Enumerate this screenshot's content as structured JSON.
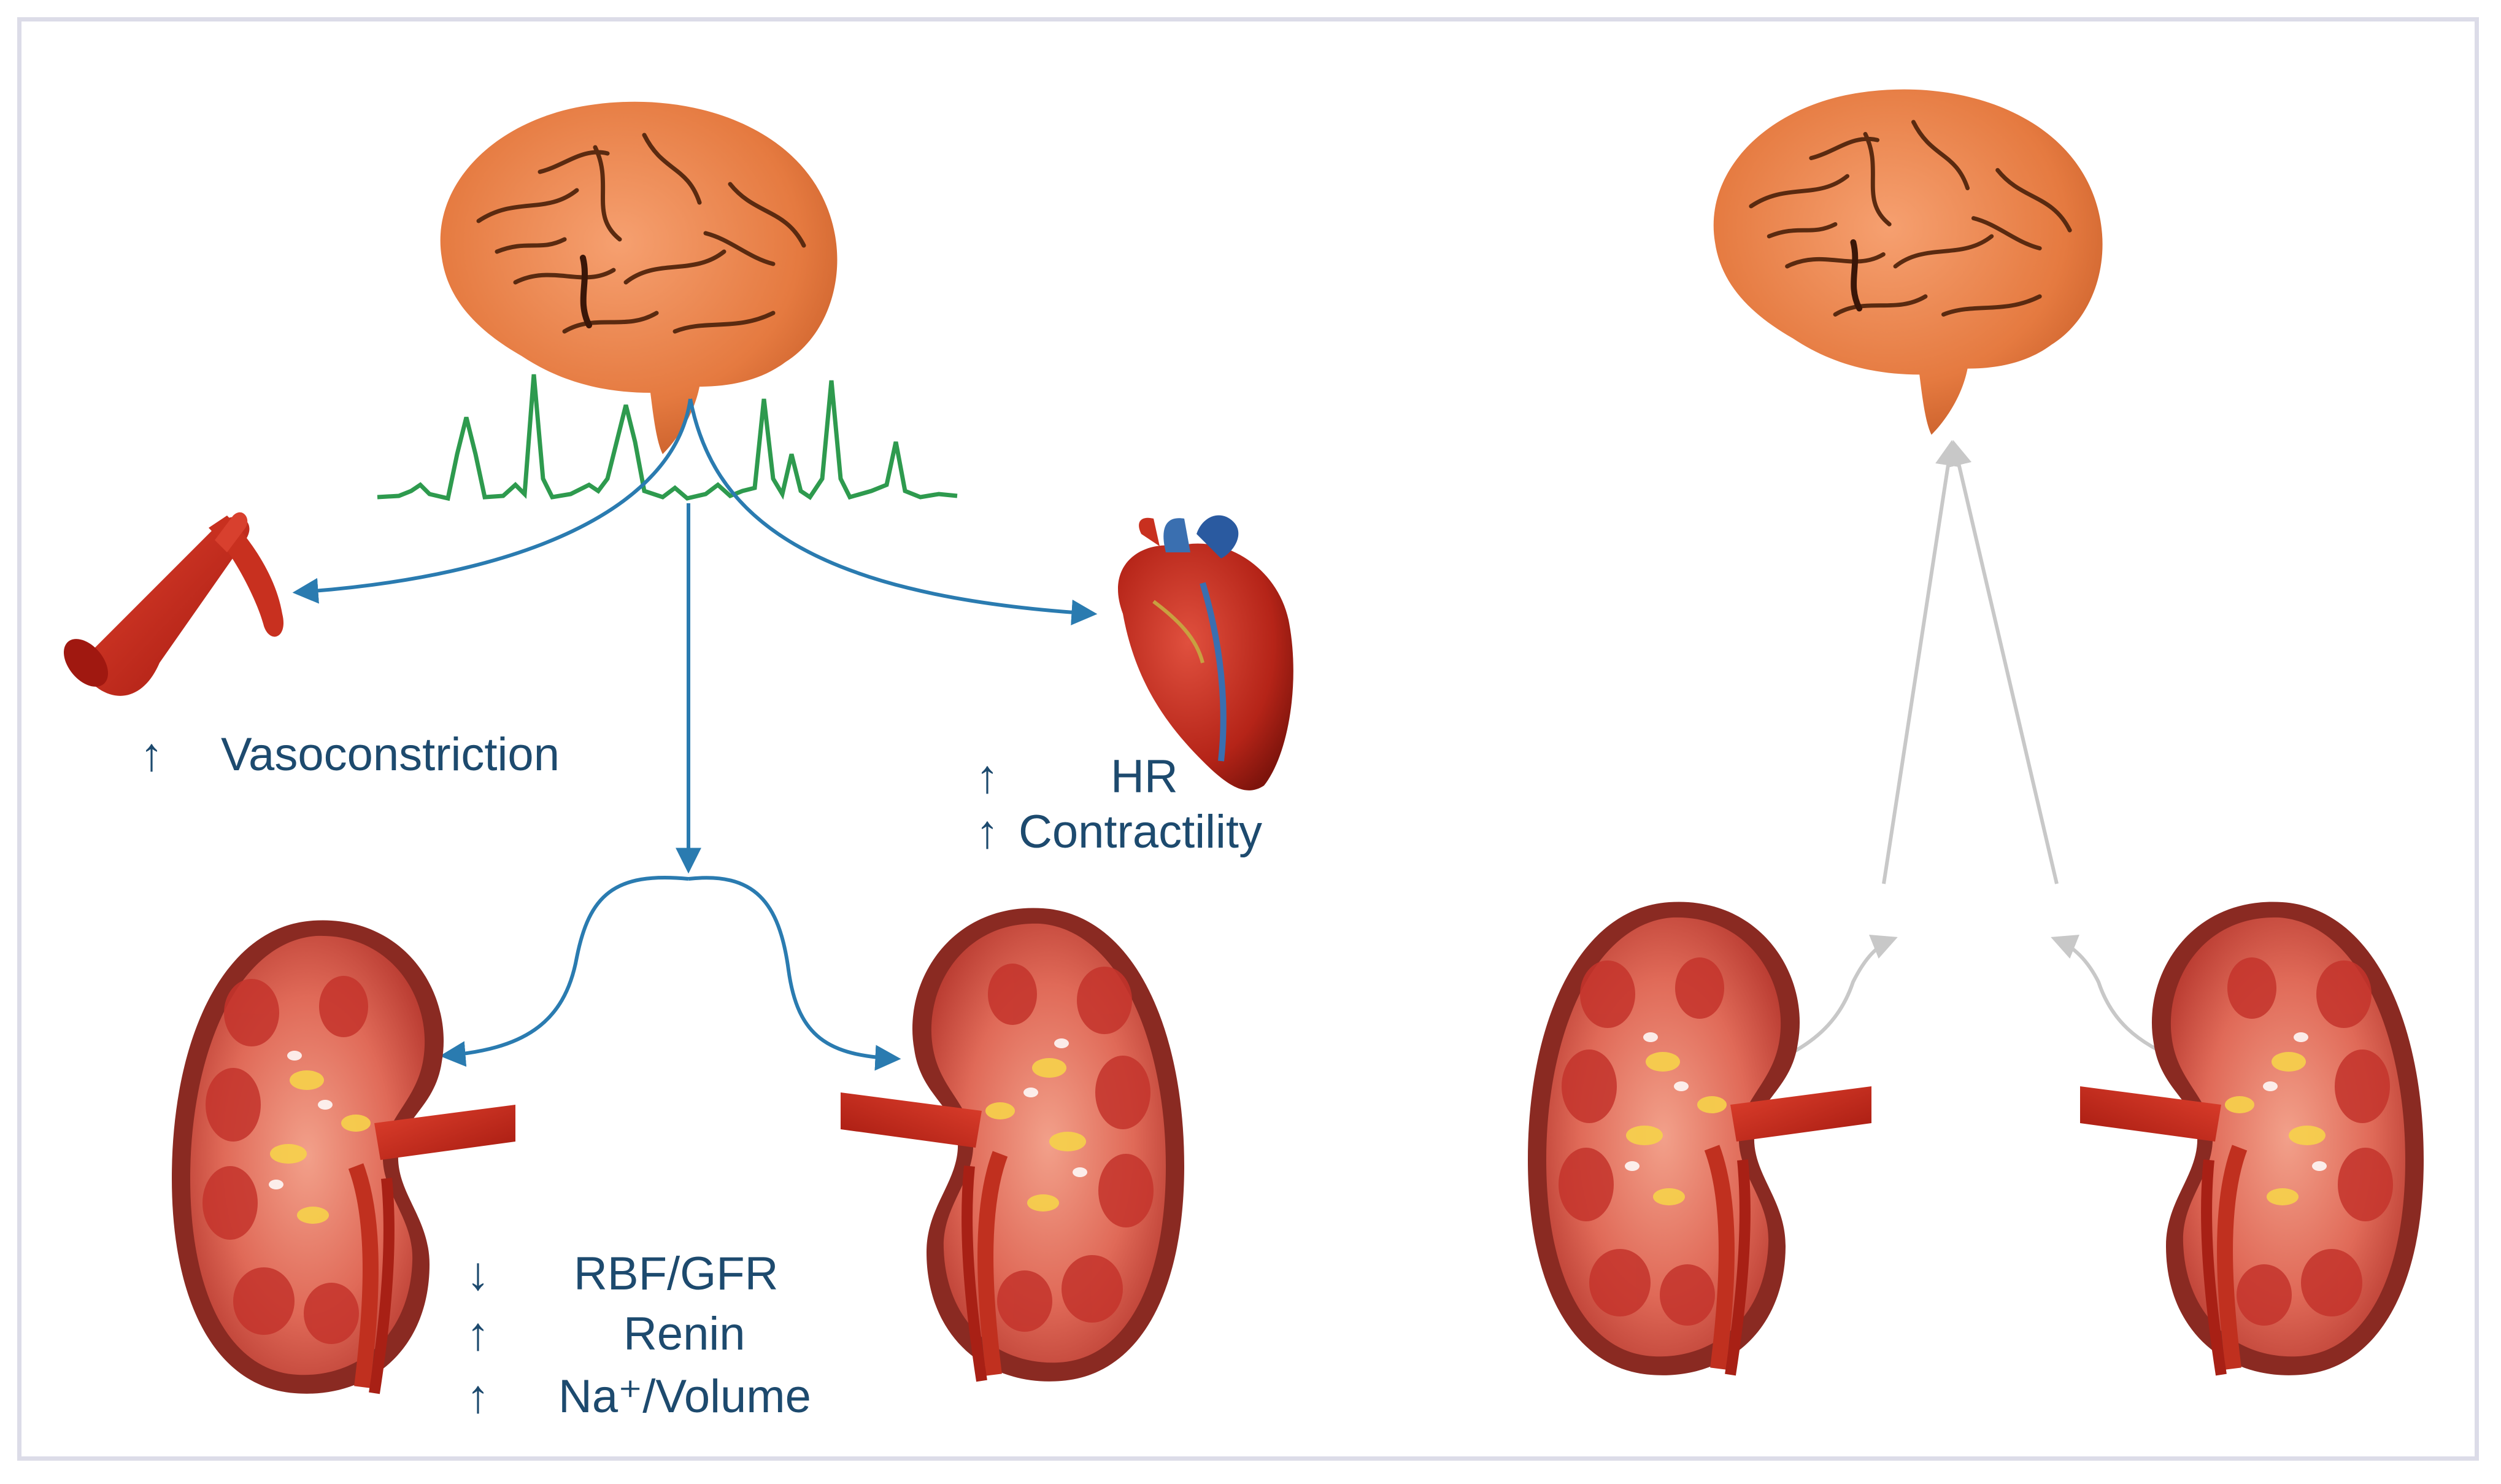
{
  "left_panel": {
    "vasculature": {
      "arrow": "↑",
      "label": "Vasoconstriction"
    },
    "heart": {
      "items": [
        {
          "arrow": "↑",
          "label": "HR"
        },
        {
          "arrow": "↑",
          "label": "Contractility"
        }
      ]
    },
    "kidney_effects": [
      {
        "arrow": "↓",
        "label": "RBF/GFR"
      },
      {
        "arrow": "↑",
        "label": "Renin"
      },
      {
        "arrow": "↑",
        "label": "Na⁺/Volume"
      }
    ]
  },
  "colors": {
    "efferent_arrow": "#2a7bb0",
    "afferent_arrow": "#c8c8c8",
    "nerve_trace": "#2e9a4e",
    "label_text": "#1d4a6e",
    "brain": "#e8824a",
    "kidney_tissue": "#d9544a",
    "vessel": "#cc2a1e",
    "frame_border": "#dcdce8"
  }
}
